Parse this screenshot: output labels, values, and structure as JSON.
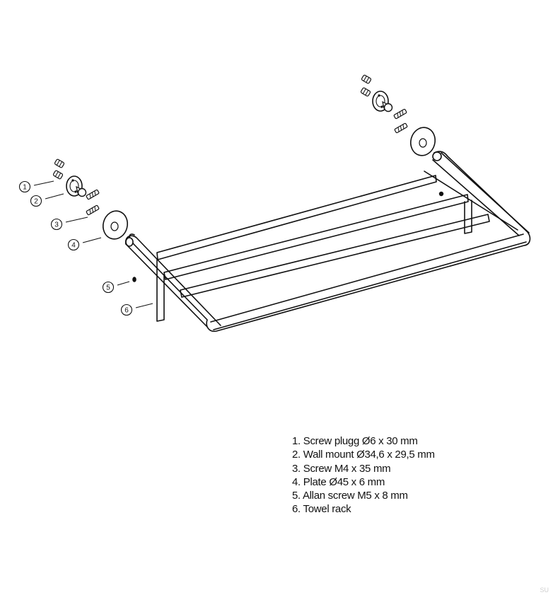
{
  "callouts": [
    {
      "number": "1"
    },
    {
      "number": "2"
    },
    {
      "number": "3"
    },
    {
      "number": "4"
    },
    {
      "number": "5"
    },
    {
      "number": "6"
    }
  ],
  "parts": [
    {
      "label": "1. Screw plugg Ø6 x 30 mm"
    },
    {
      "label": "2. Wall mount  Ø34,6 x 29,5 mm"
    },
    {
      "label": "3. Screw M4 x 35 mm"
    },
    {
      "label": "4. Plate Ø45 x 6 mm"
    },
    {
      "label": "5. Allan screw M5 x 8 mm"
    },
    {
      "label": "6. Towel rack"
    }
  ],
  "corner_mark": "SU"
}
